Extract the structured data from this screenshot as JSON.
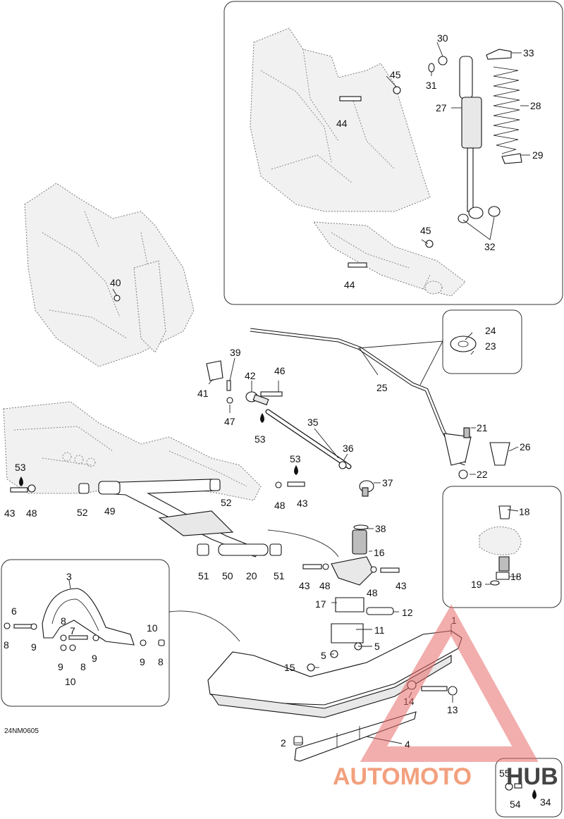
{
  "diagram_code": "24NM0605",
  "watermark": {
    "prefix": "AUTOMOTO",
    "suffix": "HUB",
    "accent": "#e05050",
    "text_color": "#f2a07e"
  },
  "callouts": {
    "c1": "1",
    "c2": "2",
    "c3": "3",
    "c4": "4",
    "c5a": "5",
    "c5b": "5",
    "c6": "6",
    "c7": "7",
    "c8a": "8",
    "c8b": "8",
    "c8c": "8",
    "c8d": "8",
    "c9a": "9",
    "c9b": "9",
    "c9c": "9",
    "c9d": "9",
    "c10a": "10",
    "c10b": "10",
    "c11": "11",
    "c12": "12",
    "c13": "13",
    "c14": "14",
    "c15": "15",
    "c16": "16",
    "c17": "17",
    "c18a": "18",
    "c18b": "18",
    "c19": "19",
    "c20": "20",
    "c21": "21",
    "c22": "22",
    "c23": "23",
    "c24": "24",
    "c25": "25",
    "c26": "26",
    "c27": "27",
    "c28": "28",
    "c29": "29",
    "c30": "30",
    "c31": "31",
    "c32": "32",
    "c33": "33",
    "c34": "34",
    "c35": "35",
    "c36": "36",
    "c37": "37",
    "c38": "38",
    "c39": "39",
    "c40": "40",
    "c41": "41",
    "c42": "42",
    "c43a": "43",
    "c43b": "43",
    "c43c": "43",
    "c44a": "44",
    "c44b": "44",
    "c45a": "45",
    "c45b": "45",
    "c46": "46",
    "c47": "47",
    "c48a": "48",
    "c48b": "48",
    "c48c": "48",
    "c48d": "48",
    "c49": "49",
    "c50": "50",
    "c51a": "51",
    "c51b": "51",
    "c52a": "52",
    "c52b": "52",
    "c53a": "53",
    "c53b": "53",
    "c53c": "53",
    "c54": "54",
    "c55": "55"
  },
  "icons": [
    "lubricant-drop-icon"
  ]
}
